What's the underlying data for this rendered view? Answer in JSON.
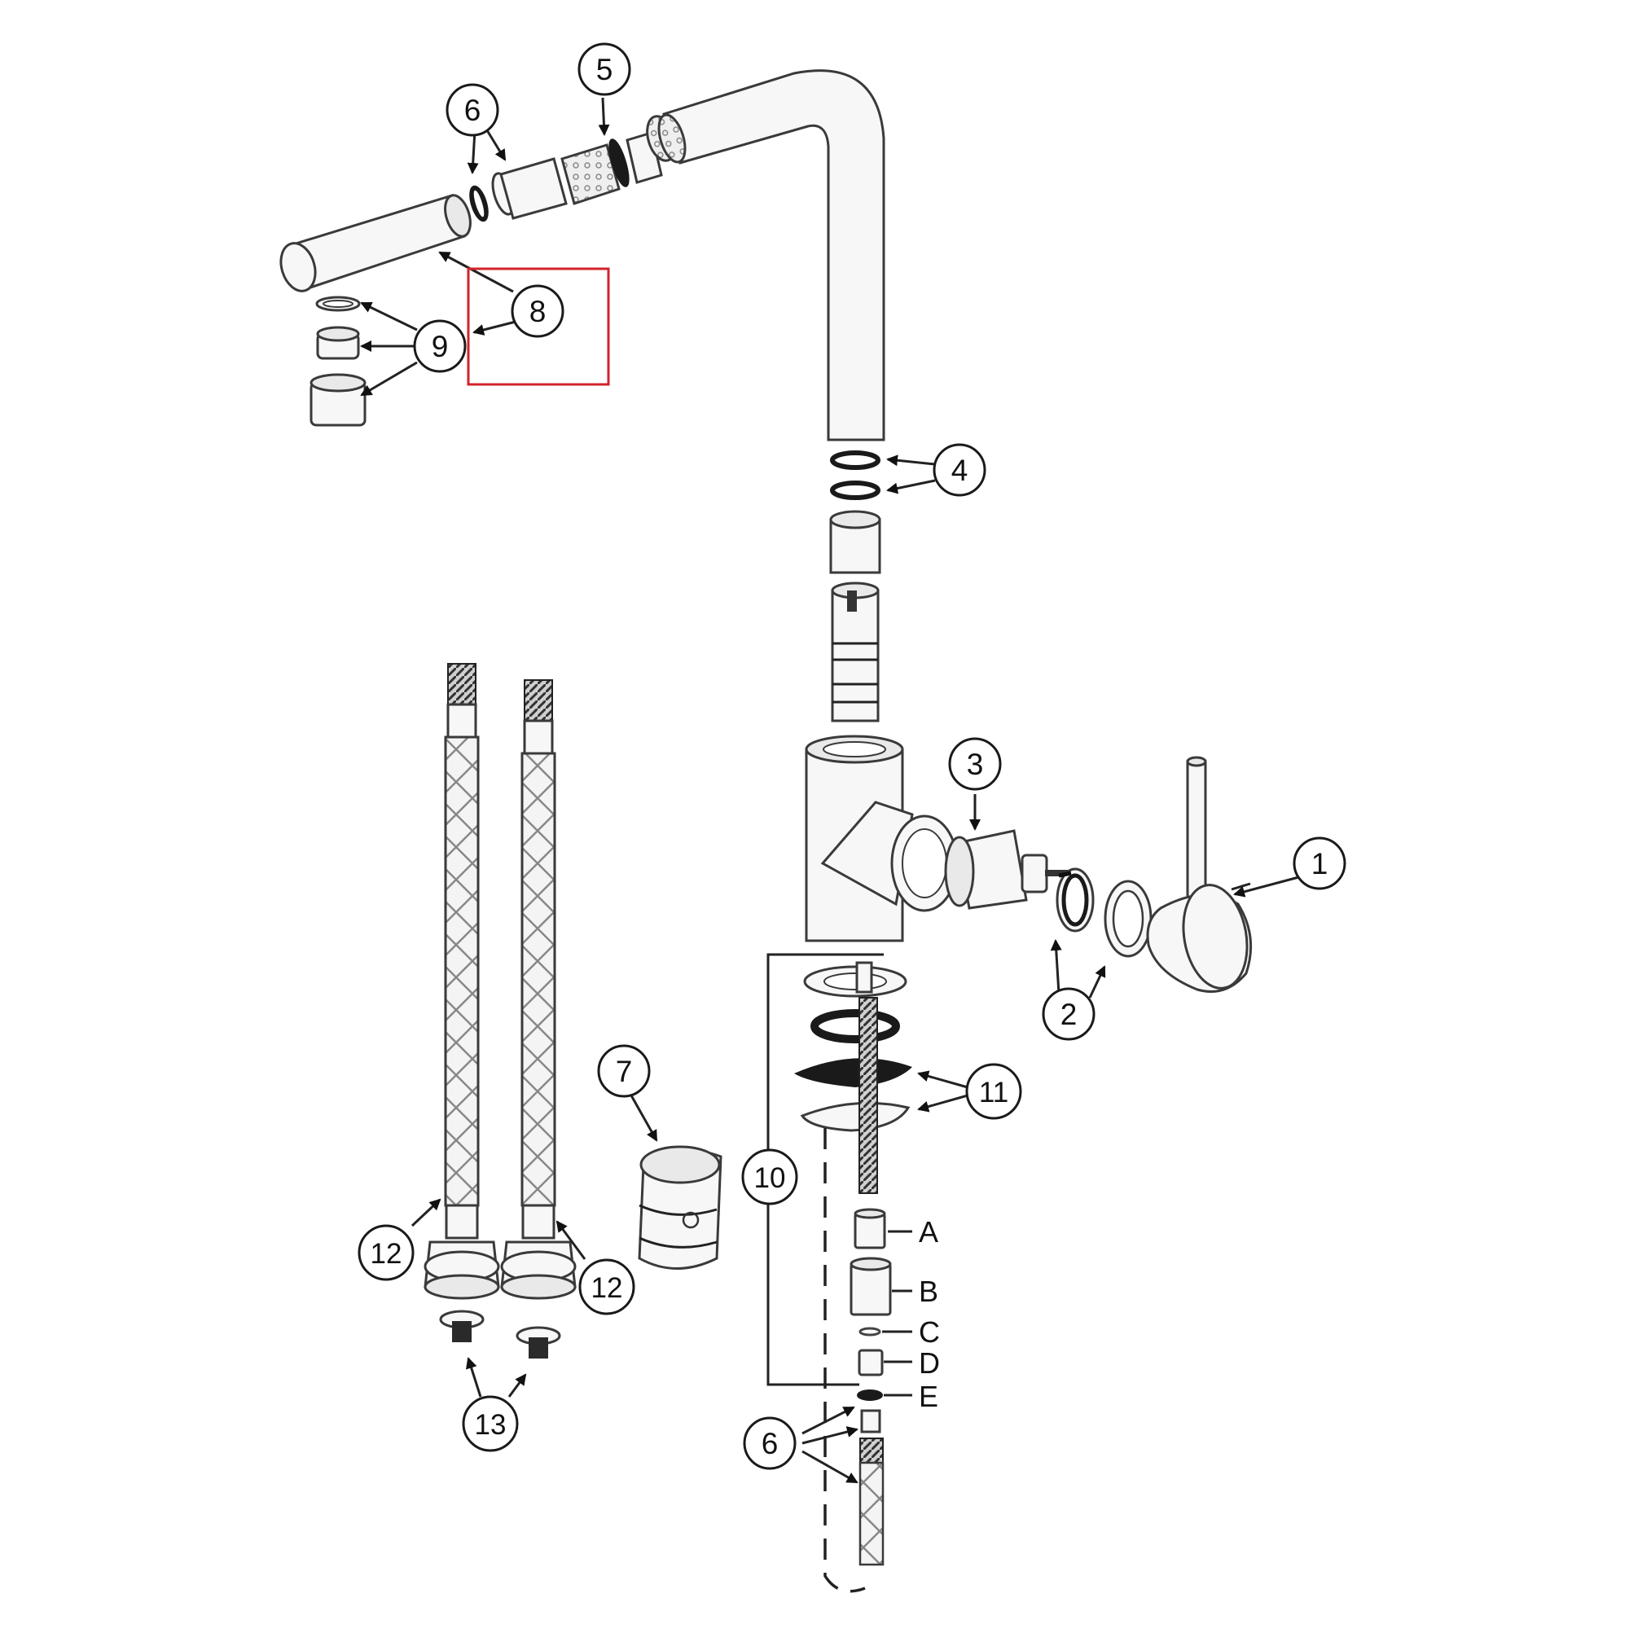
{
  "diagram": {
    "callouts": [
      "1",
      "2",
      "3",
      "4",
      "5",
      "6",
      "7",
      "8",
      "9",
      "10",
      "11",
      "12",
      "12",
      "13",
      "6"
    ],
    "letter_labels": [
      "A",
      "B",
      "C",
      "D",
      "E"
    ],
    "highlight_color": "#d2232a"
  }
}
